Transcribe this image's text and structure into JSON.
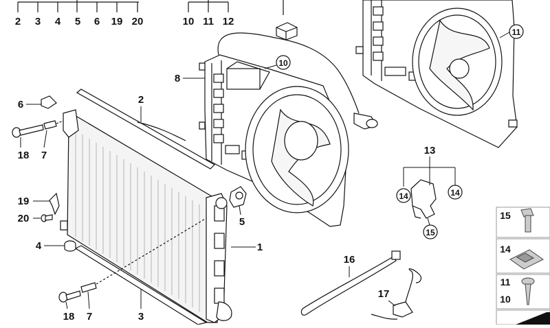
{
  "diagram": {
    "title": "Radiator and cooling fan assembly parts diagram",
    "callouts": {
      "top_left_group": [
        "2",
        "3",
        "4",
        "5",
        "6",
        "19",
        "20"
      ],
      "top_mid_group": [
        "10",
        "11",
        "12"
      ],
      "c1": "1",
      "c2": "2",
      "c3": "3",
      "c4": "4",
      "c5": "5",
      "c6": "6",
      "c7a": "7",
      "c7b": "7",
      "c8": "8",
      "c10": "10",
      "c11": "11",
      "c13": "13",
      "c14a": "14",
      "c14b": "14",
      "c15": "15",
      "c16": "16",
      "c17": "17",
      "c18a": "18",
      "c18b": "18",
      "c19": "19",
      "c20": "20"
    },
    "legend": {
      "items": [
        {
          "numbers": [
            "15"
          ],
          "part": "hex-bolt"
        },
        {
          "numbers": [
            "14"
          ],
          "part": "clip"
        },
        {
          "numbers": [
            "11",
            "10"
          ],
          "part": "screw"
        }
      ]
    }
  }
}
